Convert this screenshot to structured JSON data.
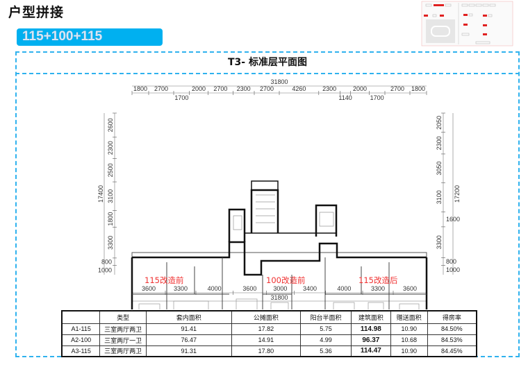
{
  "page_title": "户型拼接",
  "combo_label": "115+100+115",
  "plan_title": "T3- 标准层平面图",
  "top_dims": {
    "total": "31800",
    "segments": [
      "1800",
      "2700",
      "1700",
      "2000",
      "2700",
      "2300",
      "2700",
      "4260",
      "2300",
      "1140",
      "2000",
      "1700",
      "2700",
      "1800"
    ]
  },
  "bottom_dims": {
    "total": "31800",
    "segments": [
      "3600",
      "3300",
      "4000",
      "3600",
      "3000",
      "3400",
      "4000",
      "3300",
      "3600"
    ]
  },
  "left_dims": {
    "total": "17400",
    "segments": [
      "2600",
      "2300",
      "2500",
      "3100",
      "1800",
      "3300",
      "800",
      "1000"
    ]
  },
  "right_dims": {
    "total": "17200",
    "segments": [
      "2050",
      "2300",
      "3050",
      "3100",
      "1600",
      "3300",
      "800",
      "1000"
    ]
  },
  "unit_labels": [
    "115改造前",
    "100改造前",
    "115改造后"
  ],
  "colors": {
    "accent": "#00b0f0",
    "frame": "#2fb2ee",
    "unit_label": "#f03030"
  },
  "table": {
    "headers": [
      "",
      "类型",
      "套内面积",
      "公摊面积",
      "阳台半面积",
      "建筑面积",
      "赠送面积",
      "得房率"
    ],
    "rows": [
      [
        "A1-115",
        "三室两厅两卫",
        "91.41",
        "17.82",
        "5.75",
        "114.98",
        "10.90",
        "84.50%"
      ],
      [
        "A2-100",
        "三室两厅一卫",
        "76.47",
        "14.91",
        "4.99",
        "96.37",
        "10.68",
        "84.53%"
      ],
      [
        "A3-115",
        "三室两厅两卫",
        "91.31",
        "17.80",
        "5.36",
        "114.47",
        "10.90",
        "84.45%"
      ]
    ]
  }
}
